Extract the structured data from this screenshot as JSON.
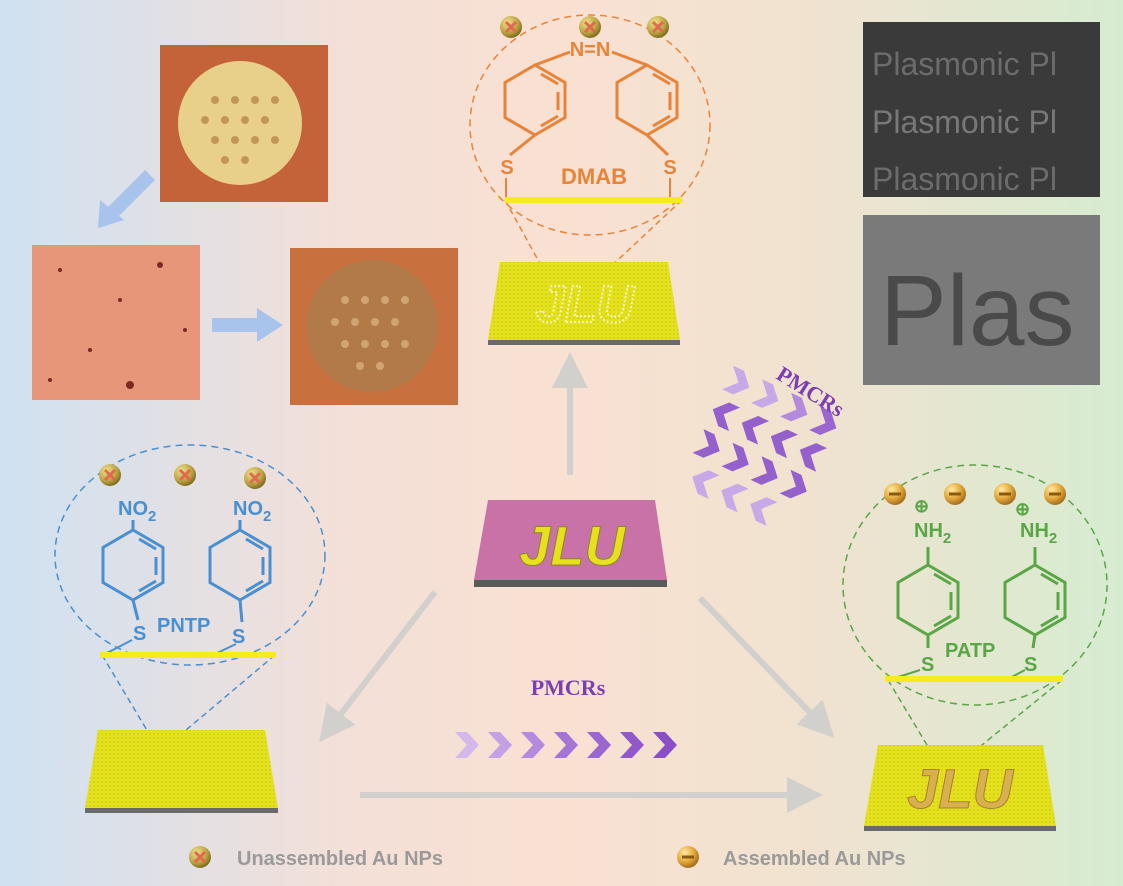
{
  "colors": {
    "dmab": "#e8843a",
    "pntp": "#4a90d0",
    "patp": "#5aa646",
    "purple": "#7a3fb0",
    "gold": "#e7e01e",
    "pink": "#c872a8"
  },
  "dmab": {
    "label": "DMAB",
    "azo": "N=N",
    "s": "S"
  },
  "pntp": {
    "label": "PNTP",
    "group": "NO",
    "sub": "2",
    "s": "S"
  },
  "patp": {
    "label": "PATP",
    "group": "NH",
    "sub": "2",
    "s": "S",
    "charge": "⊕"
  },
  "substrate_text": "JLU",
  "pmcrs": {
    "diag": "PMCRs",
    "bottom": "PMCRs"
  },
  "sem": {
    "row": "Plasmonic  Pl",
    "large": "Plas"
  },
  "legend": {
    "unassembled": "Unassembled Au NPs",
    "assembled": "Assembled Au NPs"
  }
}
